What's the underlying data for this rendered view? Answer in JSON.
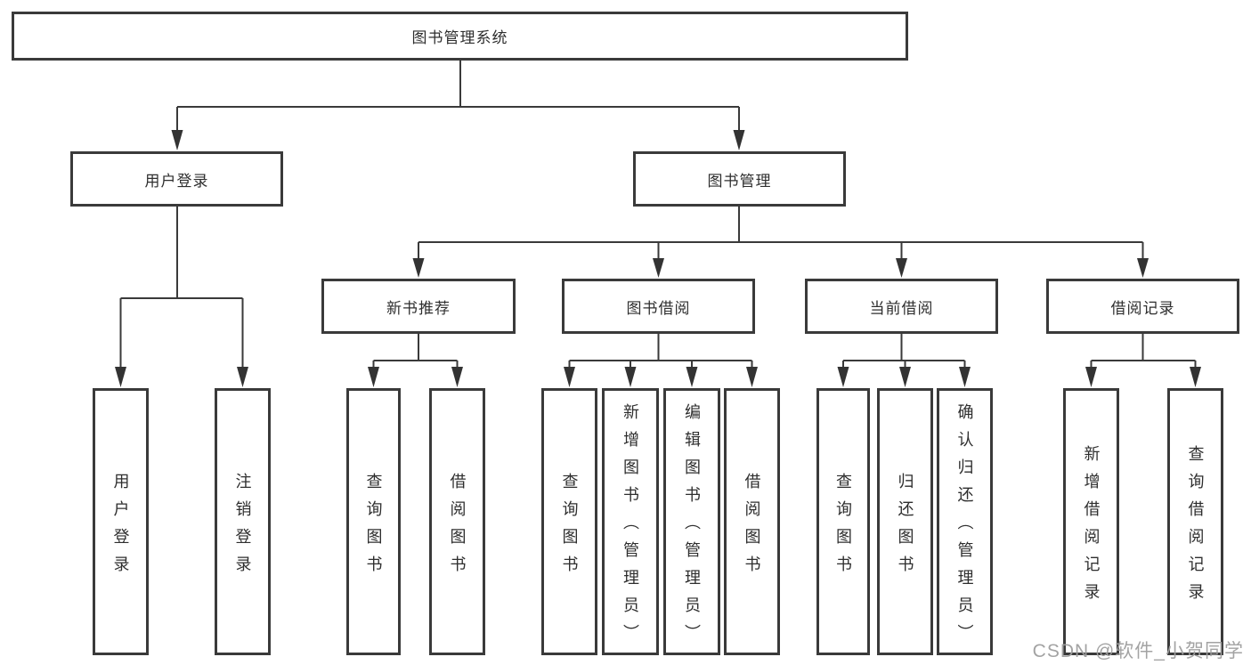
{
  "diagram": {
    "title_node": {
      "label": "图书管理系统"
    },
    "level1": [
      {
        "label": "用户登录"
      },
      {
        "label": "图书管理"
      }
    ],
    "level2": [
      {
        "label": "新书推荐"
      },
      {
        "label": "图书借阅"
      },
      {
        "label": "当前借阅"
      },
      {
        "label": "借阅记录"
      }
    ],
    "leaves": [
      {
        "label": "用户登录"
      },
      {
        "label": "注销登录"
      },
      {
        "label": "查询图书"
      },
      {
        "label": "借阅图书"
      },
      {
        "label": "查询图书"
      },
      {
        "label": "新增图书（管理员）"
      },
      {
        "label": "编辑图书（管理员）"
      },
      {
        "label": "借阅图书"
      },
      {
        "label": "查询图书"
      },
      {
        "label": "归还图书"
      },
      {
        "label": "确认归还（管理员）"
      },
      {
        "label": "新增借阅记录"
      },
      {
        "label": "查询借阅记录"
      }
    ],
    "watermark": "CSDN @软件_小贺同学",
    "colors": {
      "line": "#3a3a3a",
      "text": "#2e2e2e",
      "background": "#ffffff",
      "watermark": "#9e9e9e"
    }
  }
}
